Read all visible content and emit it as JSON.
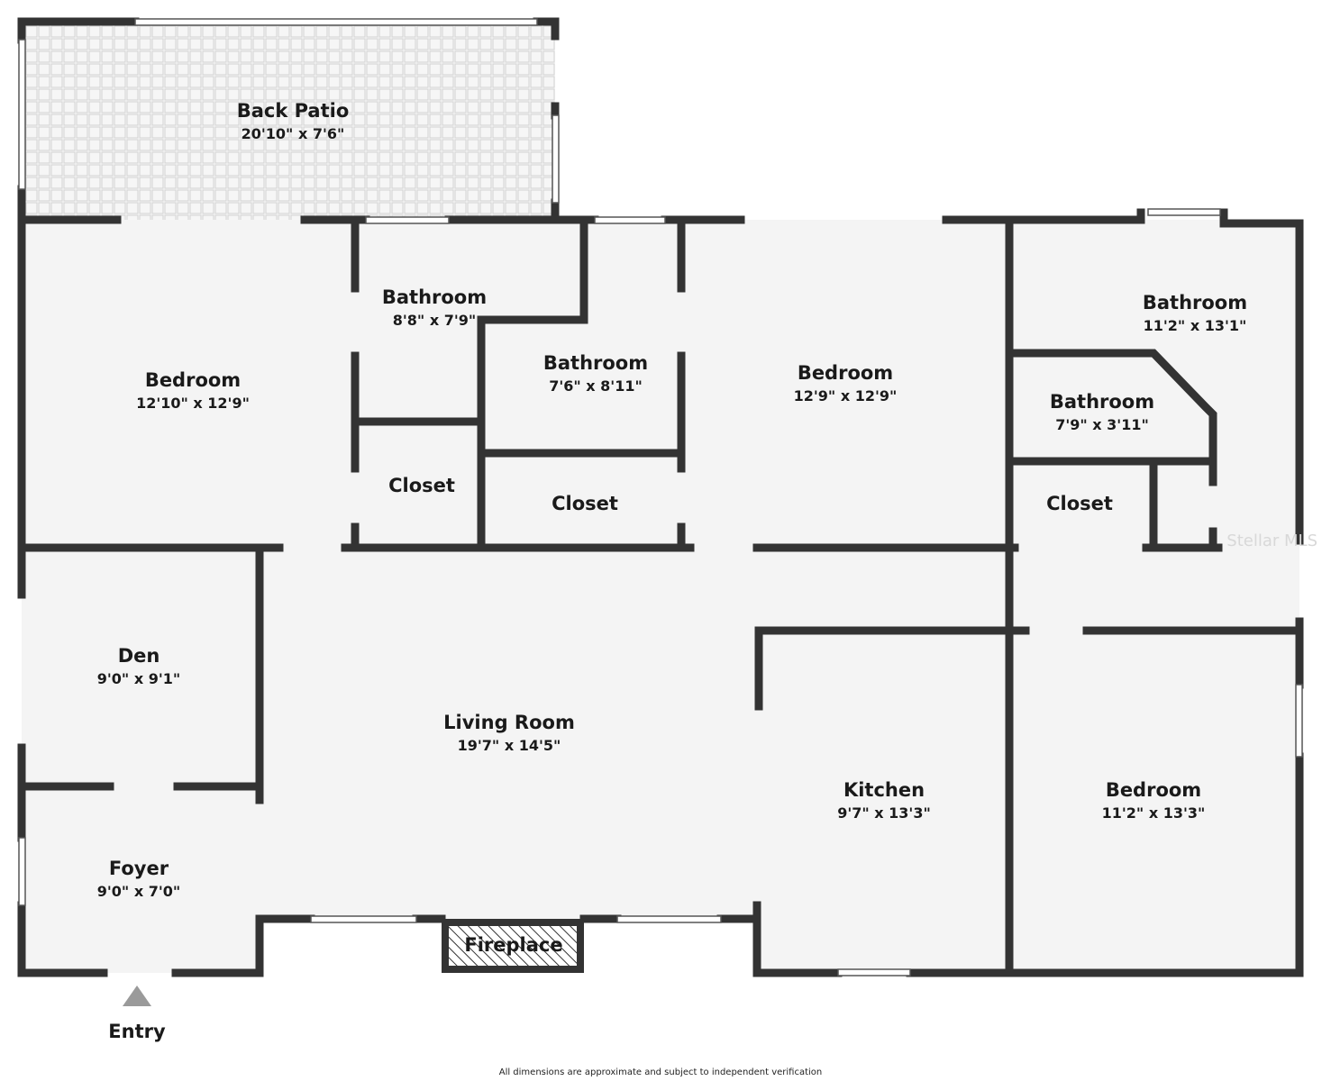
{
  "plan": {
    "colors": {
      "wall": "#333333",
      "floor": "#f4f4f4",
      "patio_tile": "#dcdcdc",
      "window": "#ffffff"
    },
    "rooms": {
      "back_patio": {
        "name": "Back Patio",
        "dims": "20'10\" x 7'6\""
      },
      "bedroom_1": {
        "name": "Bedroom",
        "dims": "12'10\" x 12'9\""
      },
      "bathroom_1": {
        "name": "Bathroom",
        "dims": "8'8\" x 7'9\""
      },
      "bathroom_2": {
        "name": "Bathroom",
        "dims": "7'6\" x 8'11\""
      },
      "bedroom_2": {
        "name": "Bedroom",
        "dims": "12'9\" x 12'9\""
      },
      "bathroom_3": {
        "name": "Bathroom",
        "dims": "11'2\" x 13'1\""
      },
      "bathroom_4": {
        "name": "Bathroom",
        "dims": "7'9\" x 3'11\""
      },
      "closet_1": {
        "name": "Closet"
      },
      "closet_2": {
        "name": "Closet"
      },
      "closet_3": {
        "name": "Closet"
      },
      "den": {
        "name": "Den",
        "dims": "9'0\" x 9'1\""
      },
      "living_room": {
        "name": "Living Room",
        "dims": "19'7\" x 14'5\""
      },
      "kitchen": {
        "name": "Kitchen",
        "dims": "9'7\" x 13'3\""
      },
      "bedroom_3": {
        "name": "Bedroom",
        "dims": "11'2\" x 13'3\""
      },
      "foyer": {
        "name": "Foyer",
        "dims": "9'0\" x 7'0\""
      },
      "fireplace": {
        "name": "Fireplace"
      }
    },
    "entry_label": "Entry",
    "footer_note": "All dimensions are approximate and subject to independent verification",
    "watermark": "Stellar MLS"
  }
}
